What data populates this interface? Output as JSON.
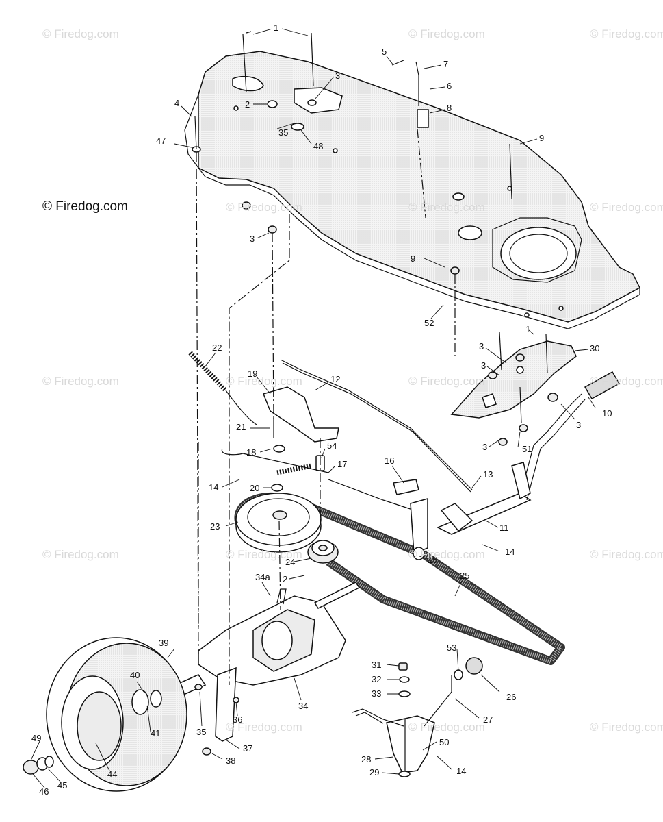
{
  "watermarks": {
    "copyright": "© Firedog.com",
    "tiles": "© Firedog.com"
  },
  "callouts": {
    "c1_top": "1",
    "c3_top": "3",
    "c2_top": "2",
    "c4": "4",
    "c47": "47",
    "c35_top": "35",
    "c48": "48",
    "c5": "5",
    "c7": "7",
    "c6": "6",
    "c8": "8",
    "c9_top": "9",
    "c3_left_a": "3",
    "c9_mid": "9",
    "c52": "52",
    "c1_right": "1",
    "c30": "30",
    "c3_right_a": "3",
    "c3_right_b": "3",
    "c10": "10",
    "c3_right_c": "3",
    "c51": "51",
    "c22": "22",
    "c19": "19",
    "c12": "12",
    "c21": "21",
    "c54": "54",
    "c18": "18",
    "c17": "17",
    "c14_left": "14",
    "c16": "16",
    "c20": "20",
    "c13": "13",
    "c23": "23",
    "c11": "11",
    "c14_right": "14",
    "c15": "15",
    "c24": "24",
    "c2_mid": "2",
    "c25": "25",
    "c34a": "34a",
    "c39": "39",
    "c40": "40",
    "c41": "41",
    "c35_bottom": "35",
    "c36": "36",
    "c34": "34",
    "c53": "53",
    "c31": "31",
    "c32": "32",
    "c26": "26",
    "c33": "33",
    "c27": "27",
    "c50": "50",
    "c49": "49",
    "c37": "37",
    "c38": "38",
    "c28": "28",
    "c44": "44",
    "c46": "46",
    "c45": "45",
    "c29": "29",
    "c14_bottom": "14"
  },
  "colors": {
    "ink": "#111111",
    "watermark": "#d9d9d9",
    "paper": "#ffffff",
    "stipple": "#ececec"
  }
}
